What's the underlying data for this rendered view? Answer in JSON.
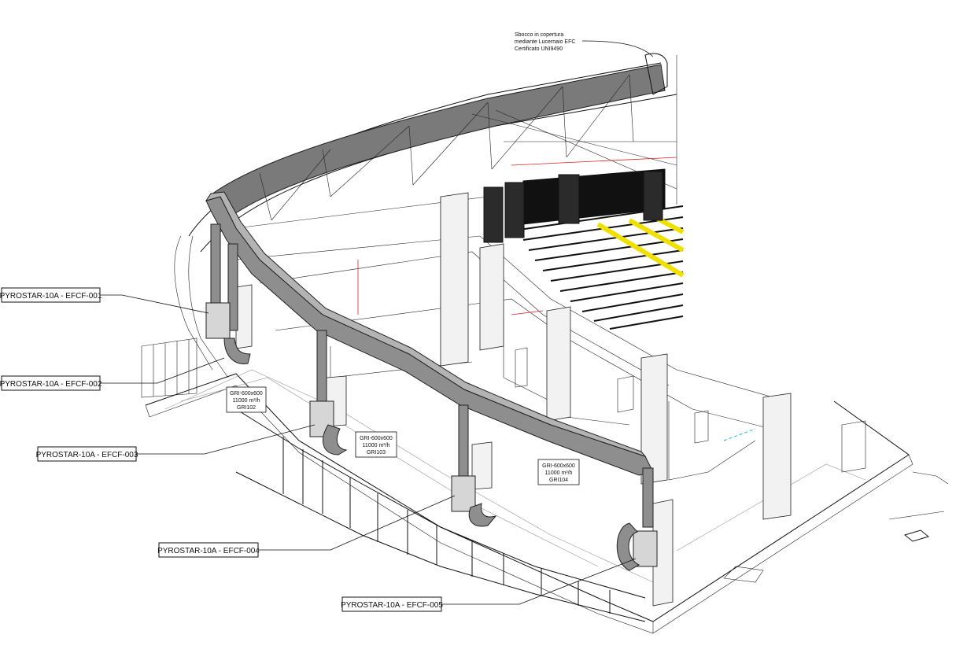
{
  "roof_note": {
    "lines": [
      "Sbocco in copertura",
      "mediante Lucernaio EFC",
      "Certificato UNI9490"
    ]
  },
  "callouts": [
    {
      "label": "PYROSTAR-10A -  EFCF-001"
    },
    {
      "label": "PYROSTAR-10A -  EFCF-002"
    },
    {
      "label": "PYROSTAR-10A -  EFCF-003"
    },
    {
      "label": "PYROSTAR-10A -  EFCF-004"
    },
    {
      "label": "PYROSTAR-10A -  EFCF-005"
    }
  ],
  "grilles": [
    {
      "lines": [
        "GRI-600x600",
        "11000 m³/h",
        "GRI102"
      ]
    },
    {
      "lines": [
        "GRI-600x600",
        "11000 m³/h",
        "GRI103"
      ]
    },
    {
      "lines": [
        "GRI-600x600",
        "11000 m³/h",
        "GRI104"
      ]
    }
  ],
  "colors": {
    "duct": "#8e8e8e",
    "seat_highlight": "#f0e000",
    "section_red": "#dd2222",
    "dashed_cyan": "#19b8c9"
  }
}
